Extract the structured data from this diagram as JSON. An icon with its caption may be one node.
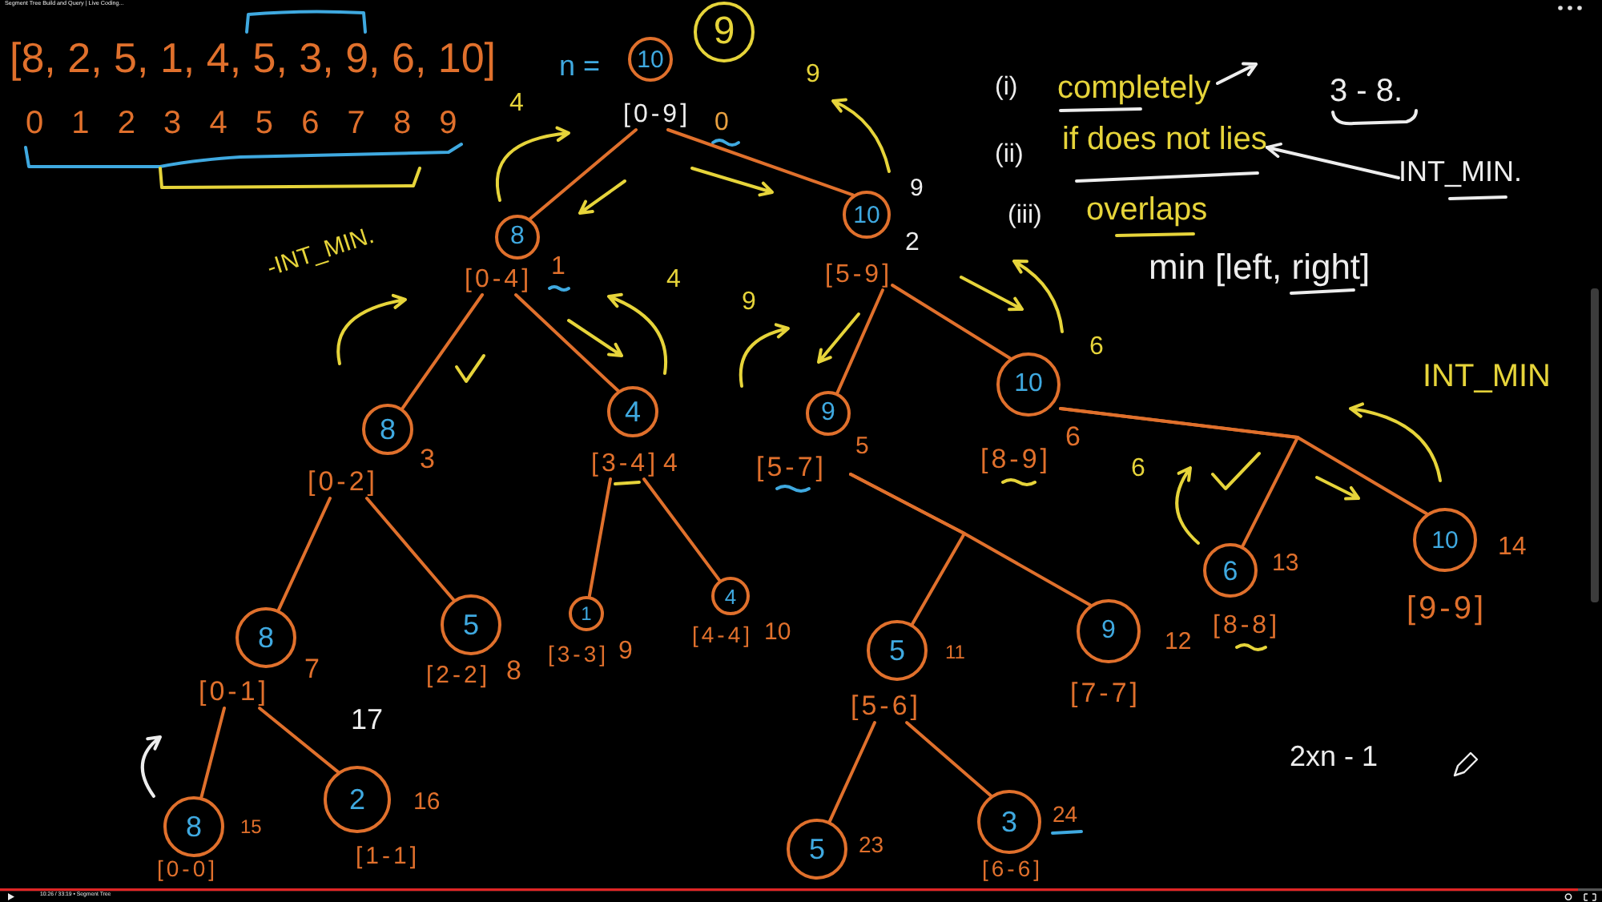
{
  "diagram": {
    "nodes": [
      {
        "text": [
          "10",
          "[0-9]"
        ],
        "beside": [
          "0"
        ]
      },
      {
        "text": [
          "9"
        ]
      },
      {
        "text": [
          "8",
          "[0-4]"
        ],
        "beside": [
          "1"
        ]
      },
      {
        "text": [
          "10",
          "[5-9]"
        ],
        "beside": [
          "2"
        ]
      },
      {
        "text": [
          "8",
          "[0-2]"
        ],
        "beside": [
          "3"
        ]
      },
      {
        "text": [
          "4",
          "[3-4]"
        ],
        "beside": [
          "4"
        ]
      },
      {
        "text": [
          "9",
          "[5-7]"
        ],
        "beside": [
          "5"
        ]
      },
      {
        "text": [
          "10",
          "[8-9]"
        ],
        "beside": [
          "6"
        ]
      },
      {
        "text": [
          "8",
          "[0-1]"
        ],
        "beside": [
          "7"
        ]
      },
      {
        "text": [
          "5",
          "[2-2]"
        ],
        "beside": [
          "8"
        ]
      },
      {
        "text": [
          "1",
          "[3-3]"
        ],
        "beside": [
          "9"
        ]
      },
      {
        "text": [
          "4",
          "[4-4]"
        ],
        "beside": [
          "10"
        ]
      },
      {
        "text": [
          "5",
          "[5-6]"
        ],
        "beside": [
          "11"
        ]
      },
      {
        "text": [
          "9",
          "[7-7]"
        ],
        "beside": [
          "12"
        ]
      },
      {
        "text": [
          "6",
          "[8-8]"
        ],
        "beside": [
          "13"
        ]
      },
      {
        "text": [
          "10",
          "[9-9]"
        ],
        "beside": [
          "14"
        ]
      },
      {
        "text": [
          "8",
          "[0-0]"
        ],
        "beside": [
          "15"
        ]
      },
      {
        "text": [
          "2",
          "[1-1]"
        ],
        "beside": [
          "16"
        ]
      },
      {
        "text": [
          "5"
        ],
        "beside": [
          "23"
        ]
      },
      {
        "text": [
          "3",
          "[6-6]"
        ],
        "beside": [
          "24"
        ]
      },
      {
        "text": [
          "if does not lies"
        ]
      },
      {
        "text": [
          "INT_MIN."
        ]
      }
    ],
    "edges": [
      {
        "from": 0,
        "to": 2,
        "arrow": "none"
      },
      {
        "from": 0,
        "to": 3,
        "arrow": "none"
      },
      {
        "from": 2,
        "to": 4,
        "arrow": "none"
      },
      {
        "from": 2,
        "to": 5,
        "arrow": "none"
      },
      {
        "from": 3,
        "to": 6,
        "arrow": "none"
      },
      {
        "from": 3,
        "to": 7,
        "arrow": "none"
      },
      {
        "from": 4,
        "to": 8,
        "arrow": "none"
      },
      {
        "from": 4,
        "to": 9,
        "arrow": "none"
      },
      {
        "from": 5,
        "to": 10,
        "arrow": "none"
      },
      {
        "from": 5,
        "to": 11,
        "arrow": "none"
      },
      {
        "from": 6,
        "to": 12,
        "arrow": "none"
      },
      {
        "from": 6,
        "to": 13,
        "arrow": "none"
      },
      {
        "from": 7,
        "to": 14,
        "arrow": "none"
      },
      {
        "from": 7,
        "to": 15,
        "arrow": "none"
      },
      {
        "from": 8,
        "to": 16,
        "arrow": "none"
      },
      {
        "from": 8,
        "to": 17,
        "arrow": "none"
      },
      {
        "from": 12,
        "to": 18,
        "arrow": "none"
      },
      {
        "from": 12,
        "to": 19,
        "arrow": "none"
      },
      {
        "from": 21,
        "to": 20,
        "arrow": "to",
        "color": "#ededed"
      }
    ],
    "labels": [
      "Segment Tree Build and Query | Live Coding...",
      "[8, 2, 5, 1, 4, 5, 3, 9, 6, 10]",
      "n =",
      "9",
      "(i)",
      "completely",
      "3 - 8.",
      "0 1 2 3 4 5 6 7 8 9",
      "4",
      "(ii)",
      "9",
      "(iii)",
      "overlaps",
      "-INT_MIN.",
      "min [left, right]",
      "4",
      "9",
      "6",
      "INT_MIN",
      "6",
      "17",
      "2xn - 1",
      "10:26 / 33:19 • Segment Tree"
    ]
  }
}
